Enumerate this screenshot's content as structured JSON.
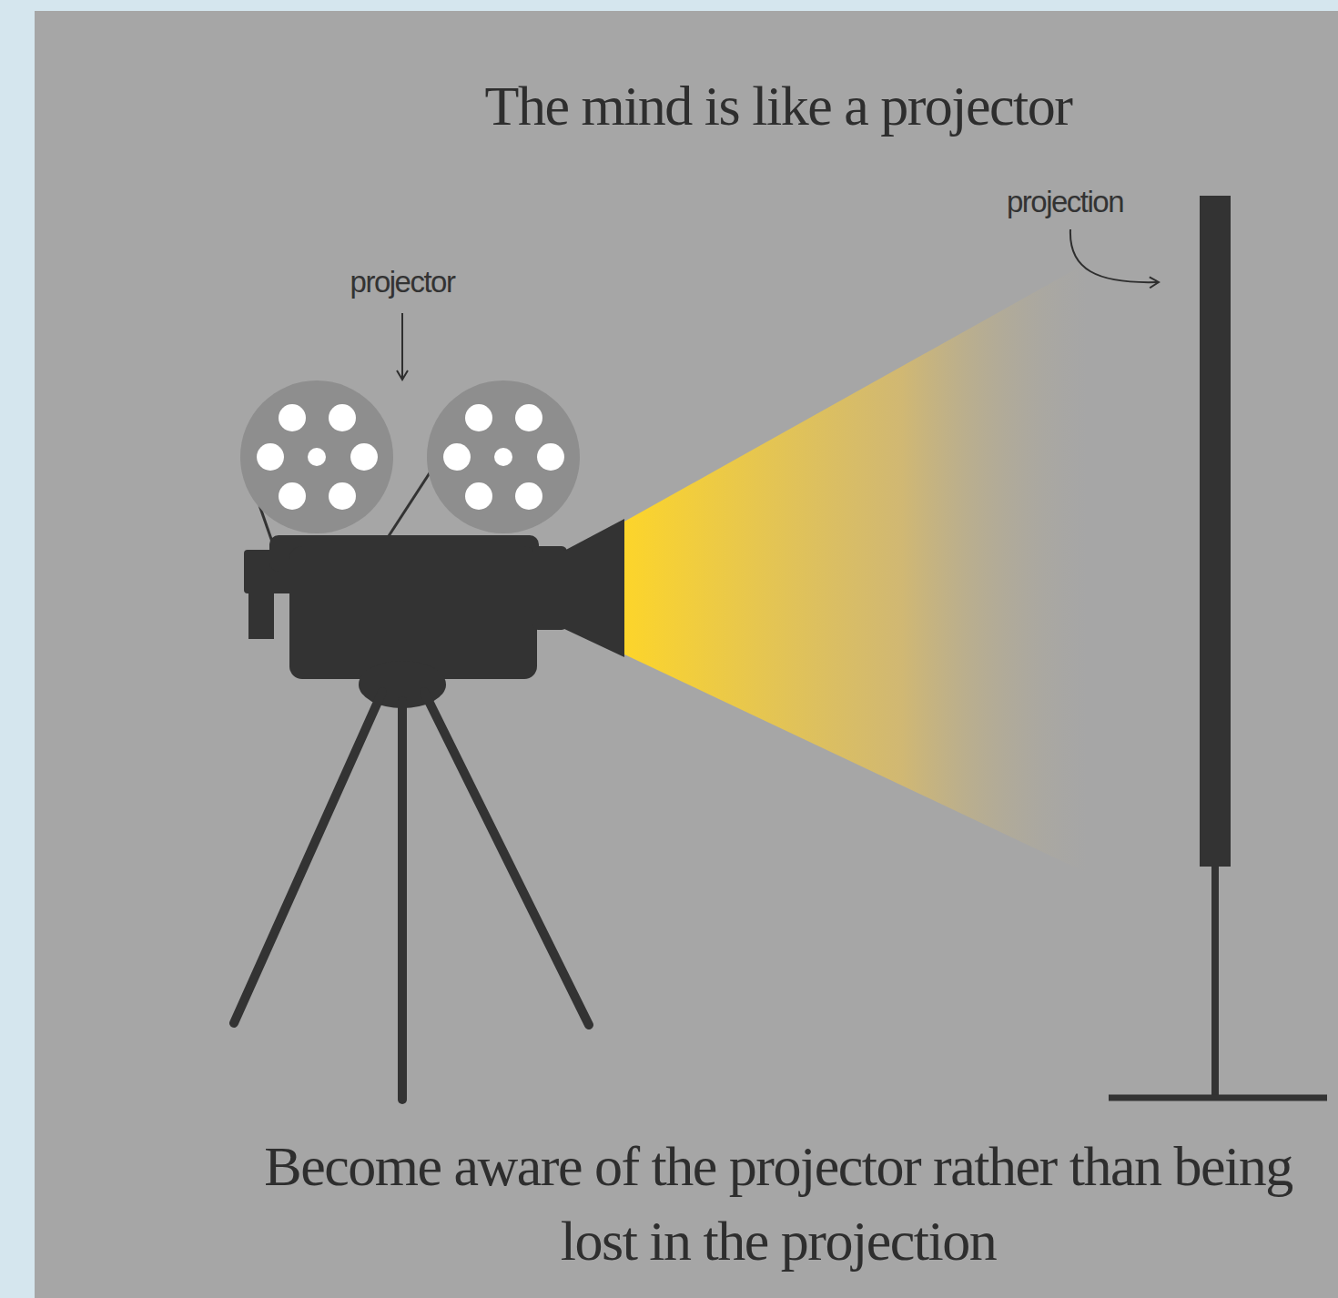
{
  "diagram": {
    "title": "The mind is like a projector",
    "caption": "Become aware of the projector rather than being lost in the projection",
    "labels": [
      "projector",
      "projection"
    ]
  }
}
